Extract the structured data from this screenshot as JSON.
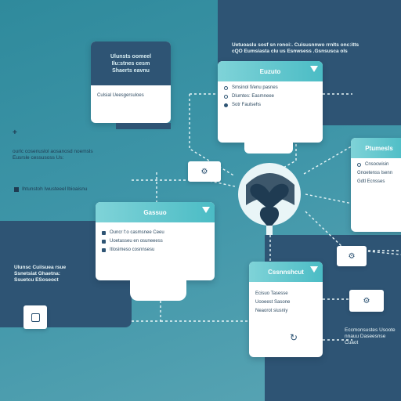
{
  "colors": {
    "teal": "#4bbcc5",
    "navy": "#2e5474",
    "dark_navy": "#1f3b52",
    "white": "#ffffff"
  },
  "cards": {
    "top_left": {
      "title_lines": [
        "Ulunsts oomeel",
        "Ilu:stnes cesm",
        "Shaerts eavnu"
      ],
      "row": "Culsial Ueesgersuloes"
    },
    "top_center": {
      "title": "Euzuto",
      "rows": [
        "Smsinol fi/enu pasnes",
        "Dlumtes: Easmneee",
        "Sotr Faulsehs"
      ]
    },
    "right": {
      "title": "Ptumesls",
      "rows": [
        "Cnsocwisin",
        "Gnoetenss lsenn",
        "Gdtl Ecnsses"
      ]
    },
    "left_center": {
      "title": "Gassuo",
      "rows": [
        "Ouncr f:o casmsnee Ceeu",
        "Uoetasseu en osuneeess",
        "Itlosimeso cosnnsesu"
      ]
    },
    "bottom_center": {
      "title": "Cssnnshcut",
      "rows": [
        "Ecisuo Tasesse",
        "Uooeest Sasone",
        "Neaorot siusniy"
      ]
    }
  },
  "texts": {
    "top_right_heading": [
      "Uetuoaslu sosf sn ronoi:. Cuisusnnwo rrnlts onc:itts",
      "cQO Eumsiasta clu us Esnwsess .Gsnsusca ols"
    ],
    "left_marker": "+",
    "left_paragraph": [
      "ourlc cosenuslol aosanosd noemsls",
      "Eusrsle cessusoss Us:"
    ],
    "left_label": "Ihtunstoh Iwusteeel lbioaisnu",
    "bottom_left_block": [
      "Ulunsc Cuiisuea rsue",
      "Ssnetsiat Ghaetna:",
      "Ssuetcu ESoseoct"
    ],
    "bottom_right_text": [
      "Eccmonsustes Usoote",
      "nnauu Daseesnse Cuaot"
    ]
  },
  "icons": {
    "hub": "heart-globe-icon",
    "chips": [
      "gear-icon",
      "settings-icon",
      "gear-icon",
      "square-icon"
    ]
  }
}
